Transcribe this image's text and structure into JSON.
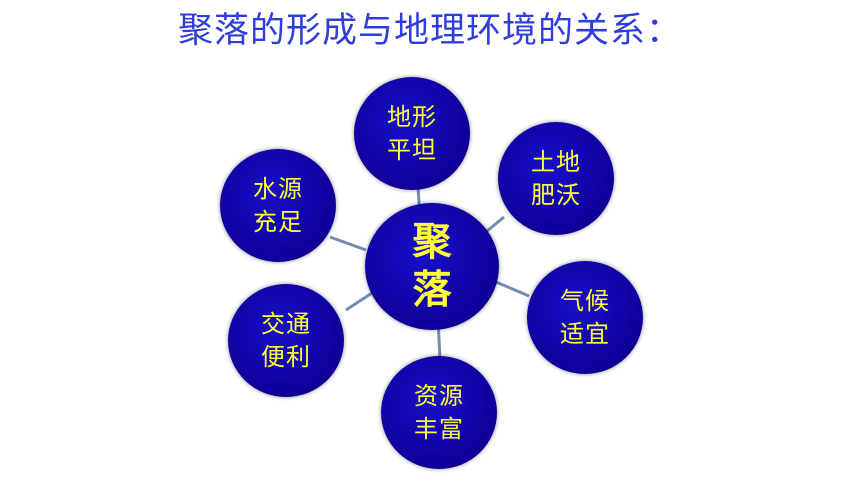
{
  "title": "聚落的形成与地理环境的关系：",
  "center": {
    "line1": "聚",
    "line2": "落"
  },
  "nodes": {
    "terrain": {
      "line1": "地形",
      "line2": "平坦"
    },
    "soil": {
      "line1": "土地",
      "line2": "肥沃"
    },
    "climate": {
      "line1": "气候",
      "line2": "适宜"
    },
    "resources": {
      "line1": "资源",
      "line2": "丰富"
    },
    "transport": {
      "line1": "交通",
      "line2": "便利"
    },
    "water": {
      "line1": "水源",
      "line2": "充足"
    }
  },
  "colors": {
    "title": "#2f3ed8",
    "node_fill": "#10009b",
    "node_text": "#ffff33",
    "connector": "#6e8fb1"
  }
}
